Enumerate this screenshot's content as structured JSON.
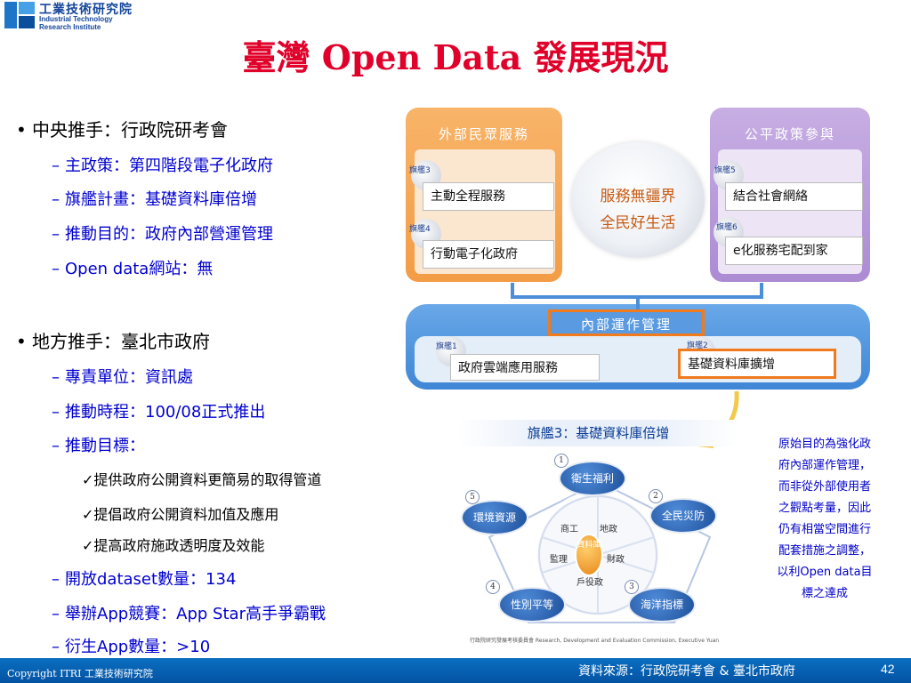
{
  "logo": {
    "name_cn": "工業技術研究院",
    "name_en_1": "Industrial Technology",
    "name_en_2": "Research Institute"
  },
  "title": "臺灣 Open Data 發展現況",
  "bullets": {
    "central": {
      "heading": "中央推手：行政院研考會",
      "items": [
        "主政策：第四階段電子化政府",
        "旗艦計畫：基礎資料庫倍增",
        "推動目的：政府內部營運管理",
        "Open data網站：無"
      ]
    },
    "local": {
      "heading": "地方推手：臺北市政府",
      "items": [
        "專責單位：資訊處",
        "推動時程：100/08正式推出",
        "推動目標：",
        "開放dataset數量：134",
        "舉辦App競賽：App Star高手爭霸戰",
        "衍生App數量：>10"
      ],
      "goals": [
        "提供政府公開資料更簡易的取得管道",
        "提倡政府公開資料加值及應用",
        "提高政府施政透明度及效能"
      ]
    }
  },
  "diagram": {
    "external": {
      "title": "外部民眾服務",
      "flag_a": "旗艦3",
      "item_a": "主動全程服務",
      "flag_b": "旗艦4",
      "item_b": "行動電子化政府"
    },
    "center": {
      "line1": "服務無疆界",
      "line2": "全民好生活"
    },
    "policy": {
      "title": "公平政策參與",
      "flag_a": "旗艦5",
      "item_a": "結合社會網絡",
      "flag_b": "旗艦6",
      "item_b": "e化服務宅配到家"
    },
    "internal": {
      "title": "內部運作管理",
      "flag_a": "旗艦1",
      "item_a": "政府雲端應用服務",
      "flag_b": "旗艦2",
      "item_b": "基礎資料庫擴增"
    }
  },
  "wheel": {
    "title": "旗艦3：基礎資料庫倍增",
    "nodes": [
      "衛生福利",
      "全民災防",
      "海洋指標",
      "性別平等",
      "環境資源"
    ],
    "numbers": [
      "1",
      "2",
      "3",
      "4",
      "5"
    ],
    "inner": [
      "商工",
      "地政",
      "財政",
      "戶役政",
      "監理"
    ],
    "hub": "資料庫",
    "credit": "行政院研究發展考核委員會 Research, Development and Evaluation Commission, Executive Yuan"
  },
  "note": [
    "原始目的為強化政",
    "府內部運作管理，",
    "而非從外部使用者",
    "之觀點考量，因此",
    "仍有相當空間進行",
    "配套措施之調整，",
    "以利Open data目",
    "標之達成"
  ],
  "footer": {
    "copyright": "Copyright  ITRI 工業技術研究院",
    "source": "資料來源：行政院研考會 & 臺北市政府",
    "page": "42"
  },
  "colors": {
    "title": "#e0002a",
    "sub_bullet": "#0000d0",
    "footer": "#0661b2",
    "external_panel": "#f6ab5c",
    "policy_panel": "#b99bd9",
    "internal_panel": "#4f95df",
    "highlight": "#f07a1c"
  }
}
